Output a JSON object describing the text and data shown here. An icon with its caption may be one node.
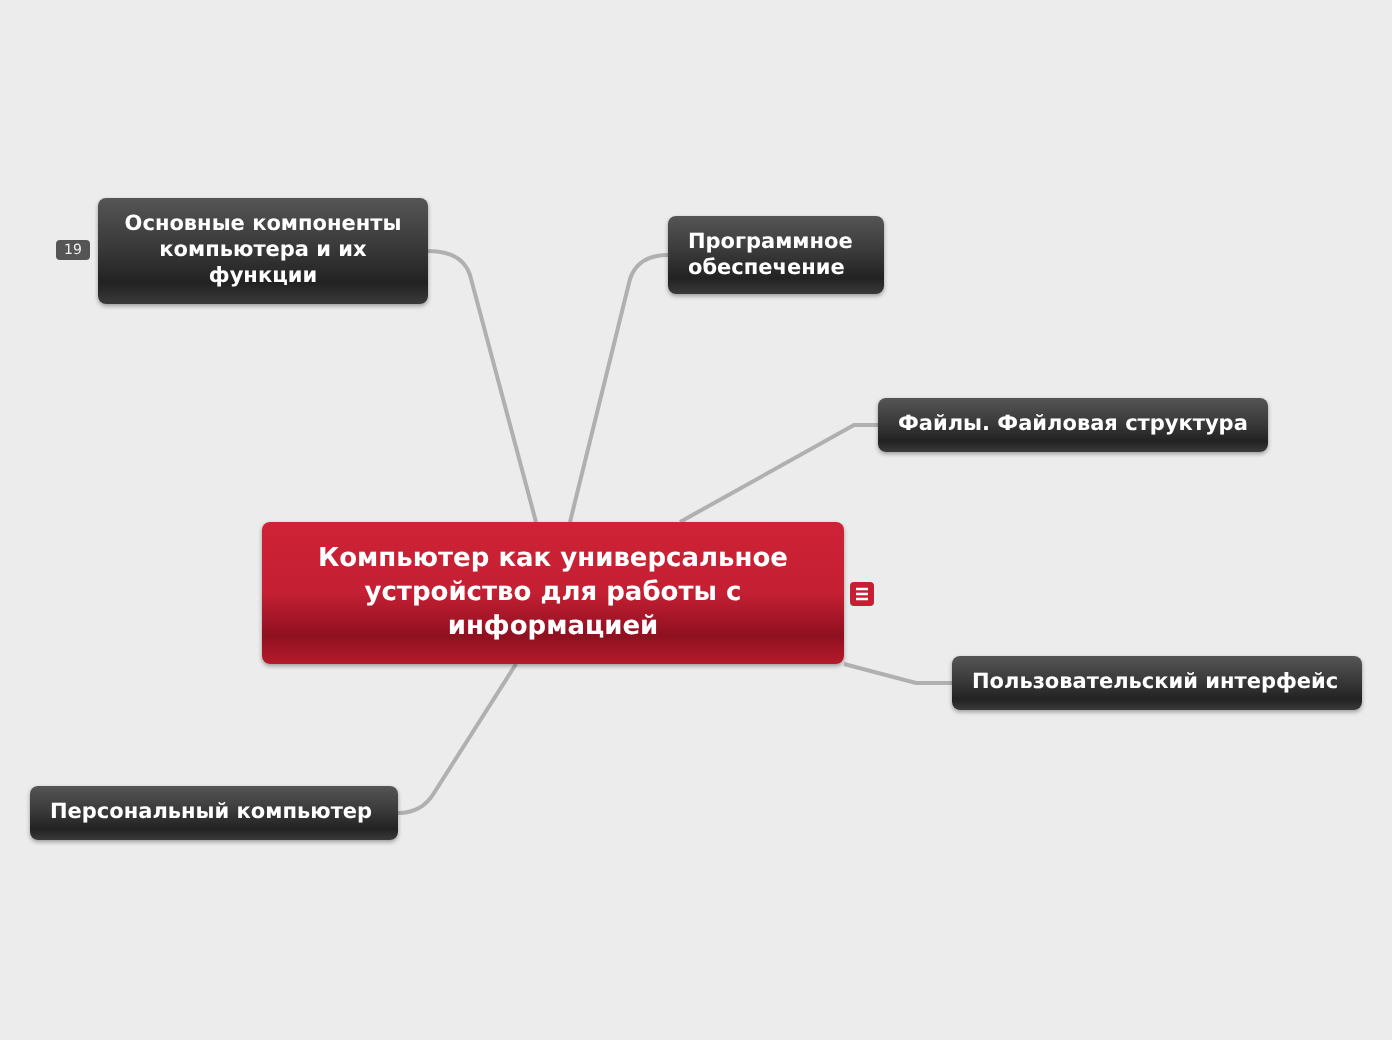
{
  "diagram": {
    "nodes": [
      {
        "text": [
          "Компьютер как универсальное устройство для работы с информацией"
        ]
      },
      {
        "text": [
          "Основные компоненты компьютера и их функции"
        ],
        "beside": [
          "19"
        ]
      },
      {
        "text": [
          "Программное обеспечение"
        ]
      },
      {
        "text": [
          "Файлы. Файловая структура"
        ]
      },
      {
        "text": [
          "Пользовательский интерфейс"
        ]
      },
      {
        "text": [
          "Персональный компьютер"
        ]
      }
    ],
    "edges": [
      {
        "from": 0,
        "to": 1,
        "arrow": "none"
      },
      {
        "from": 0,
        "to": 2,
        "arrow": "none"
      },
      {
        "from": 0,
        "to": 3,
        "arrow": "none"
      },
      {
        "from": 0,
        "to": 4,
        "arrow": "none"
      },
      {
        "from": 0,
        "to": 5,
        "arrow": "none"
      }
    ]
  }
}
